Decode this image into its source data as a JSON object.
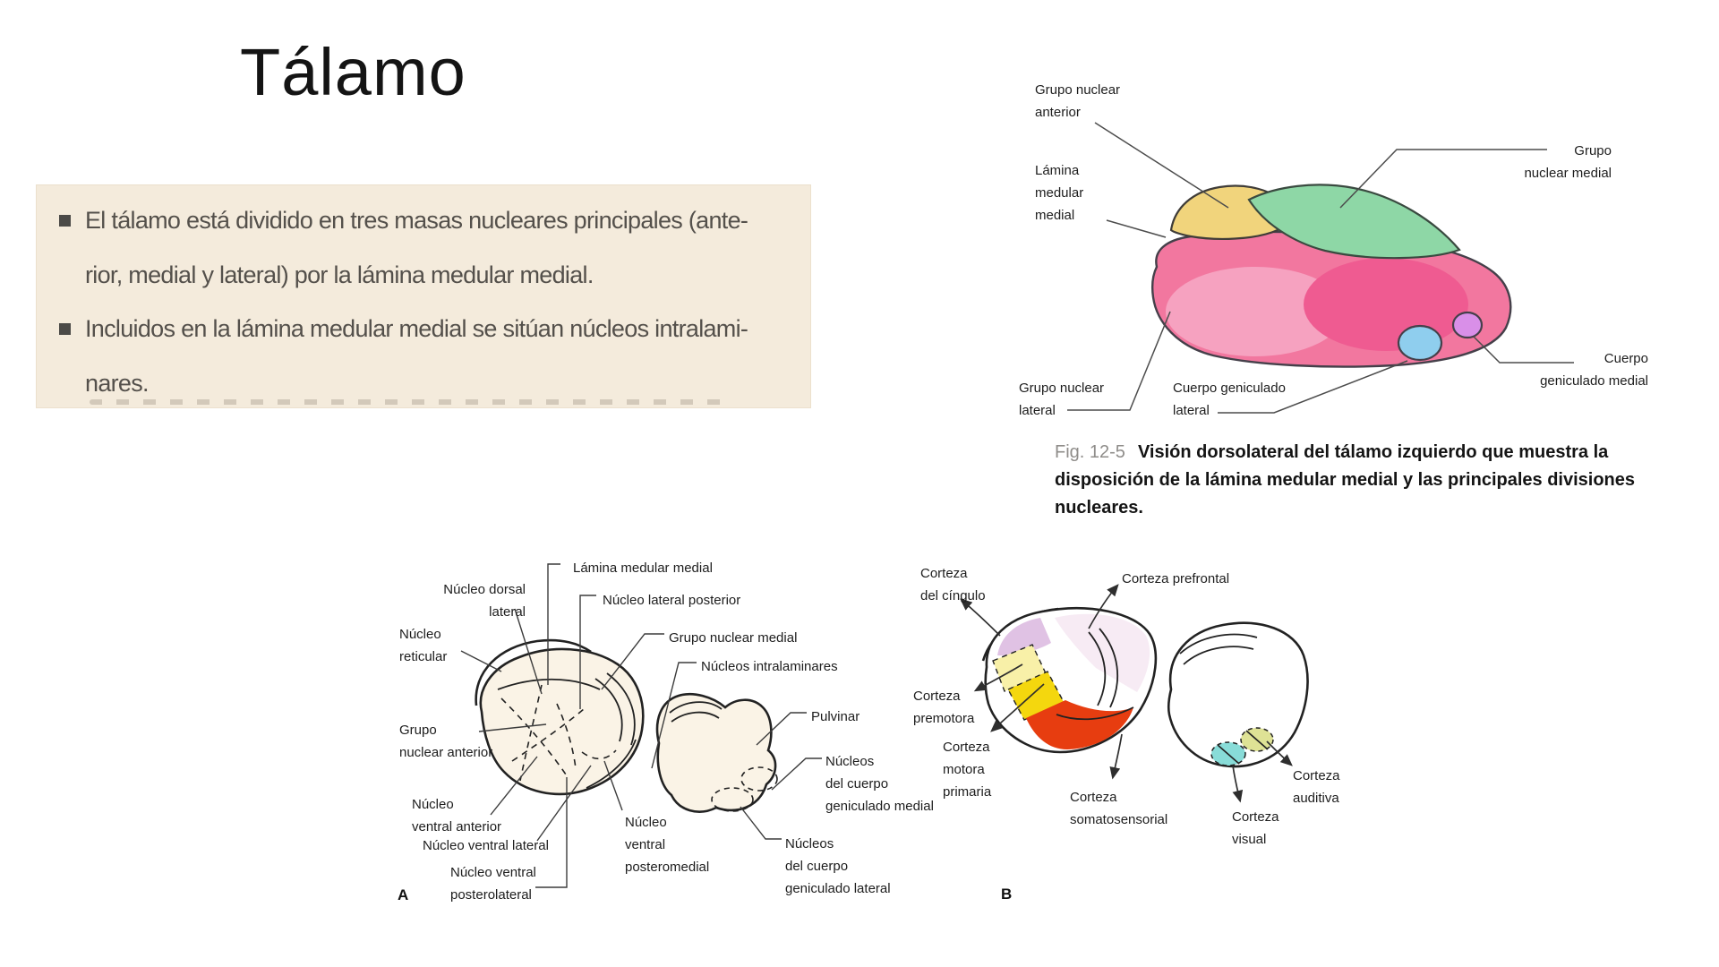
{
  "slide": {
    "title": "Tálamo"
  },
  "bullet_box": {
    "items": [
      {
        "text": "El tálamo está dividido en tres masas nucleares principales (ante-\nrior, medial y lateral) por la lámina medular medial."
      },
      {
        "text": "Incluidos en la lámina medular medial se sitúan núcleos intralami-\nnares."
      }
    ]
  },
  "fig5": {
    "labels": {
      "anterior": "Grupo nuclear\nanterior",
      "lamina": "Lámina\nmedular\nmedial",
      "medial": "Grupo\nnuclear medial",
      "lateral": "Grupo nuclear\nlateral",
      "geniculate_lateral": "Cuerpo geniculado\nlateral",
      "geniculate_medial": "Cuerpo\ngeniculado medial"
    },
    "caption": {
      "tag": "Fig. 12-5",
      "line1": "Visión dorsolateral del tálamo izquierdo que muestra la",
      "line2": "disposición de la lámina medular medial y las principales divisiones",
      "line3": "nucleares."
    },
    "colors": {
      "anterior_yellow": "#f1d47c",
      "medial_green": "#8ed7a6",
      "lateral_pink": "#f2779f",
      "lateral_pink_light": "#f6a2c0",
      "lateral_pink_deep": "#ef5b91",
      "geniculate_blue": "#8fceee",
      "geniculate_purple": "#d98fe8"
    }
  },
  "figA": {
    "panel": "A",
    "fill_cream": "#faf3e6",
    "labels": [
      {
        "id": "lamina-medular-medial",
        "text": "Lámina medular medial"
      },
      {
        "id": "nucleo-dorsal-lateral",
        "text": "Núcleo dorsal\nlateral"
      },
      {
        "id": "nucleo-lateral-posterior",
        "text": "Núcleo lateral posterior"
      },
      {
        "id": "nucleo-reticular",
        "text": "Núcleo\nreticular"
      },
      {
        "id": "grupo-nuclear-medial",
        "text": "Grupo nuclear medial"
      },
      {
        "id": "nucleos-intralaminares",
        "text": "Núcleos intralaminares"
      },
      {
        "id": "grupo-nuclear-anterior",
        "text": "Grupo\nnuclear anterior"
      },
      {
        "id": "pulvinar",
        "text": "Pulvinar"
      },
      {
        "id": "nucleo-ventral-anterior",
        "text": "Núcleo\nventral anterior"
      },
      {
        "id": "nucleo-ventral-lateral",
        "text": "Núcleo ventral lateral"
      },
      {
        "id": "nucleo-ventral-posterolateral",
        "text": "Núcleo ventral\nposterolateral"
      },
      {
        "id": "nucleo-ventral-posteromedial",
        "text": "Núcleo\nventral\nposteromedial"
      },
      {
        "id": "nucleos-cuerpo-geniculado-medial",
        "text": "Núcleos\ndel cuerpo\ngeniculado medial"
      },
      {
        "id": "nucleos-cuerpo-geniculado-lateral",
        "text": "Núcleos\ndel cuerpo\ngeniculado lateral"
      }
    ]
  },
  "figB": {
    "panel": "B",
    "labels": [
      {
        "id": "corteza-del-cingulo",
        "text": "Corteza\ndel cíngulo"
      },
      {
        "id": "corteza-prefrontal",
        "text": "Corteza prefrontal"
      },
      {
        "id": "corteza-premotora",
        "text": "Corteza\npremotora"
      },
      {
        "id": "corteza-motora-primaria",
        "text": "Corteza\nmotora\nprimaria"
      },
      {
        "id": "corteza-somatosensorial",
        "text": "Corteza\nsomatosensorial"
      },
      {
        "id": "corteza-visual",
        "text": "Corteza\nvisual"
      },
      {
        "id": "corteza-auditiva",
        "text": "Corteza\nauditiva"
      }
    ],
    "colors": {
      "cingulate_violet": "#e0c2e4",
      "prefrontal_pale": "#f7ebf4",
      "premotor_pale_yellow": "#f8f0a8",
      "premotor_yellow": "#f4d70e",
      "motor_red": "#e73d10",
      "visual_cyan": "#88dcd8",
      "auditory_yellowgreen": "#dee295"
    }
  }
}
